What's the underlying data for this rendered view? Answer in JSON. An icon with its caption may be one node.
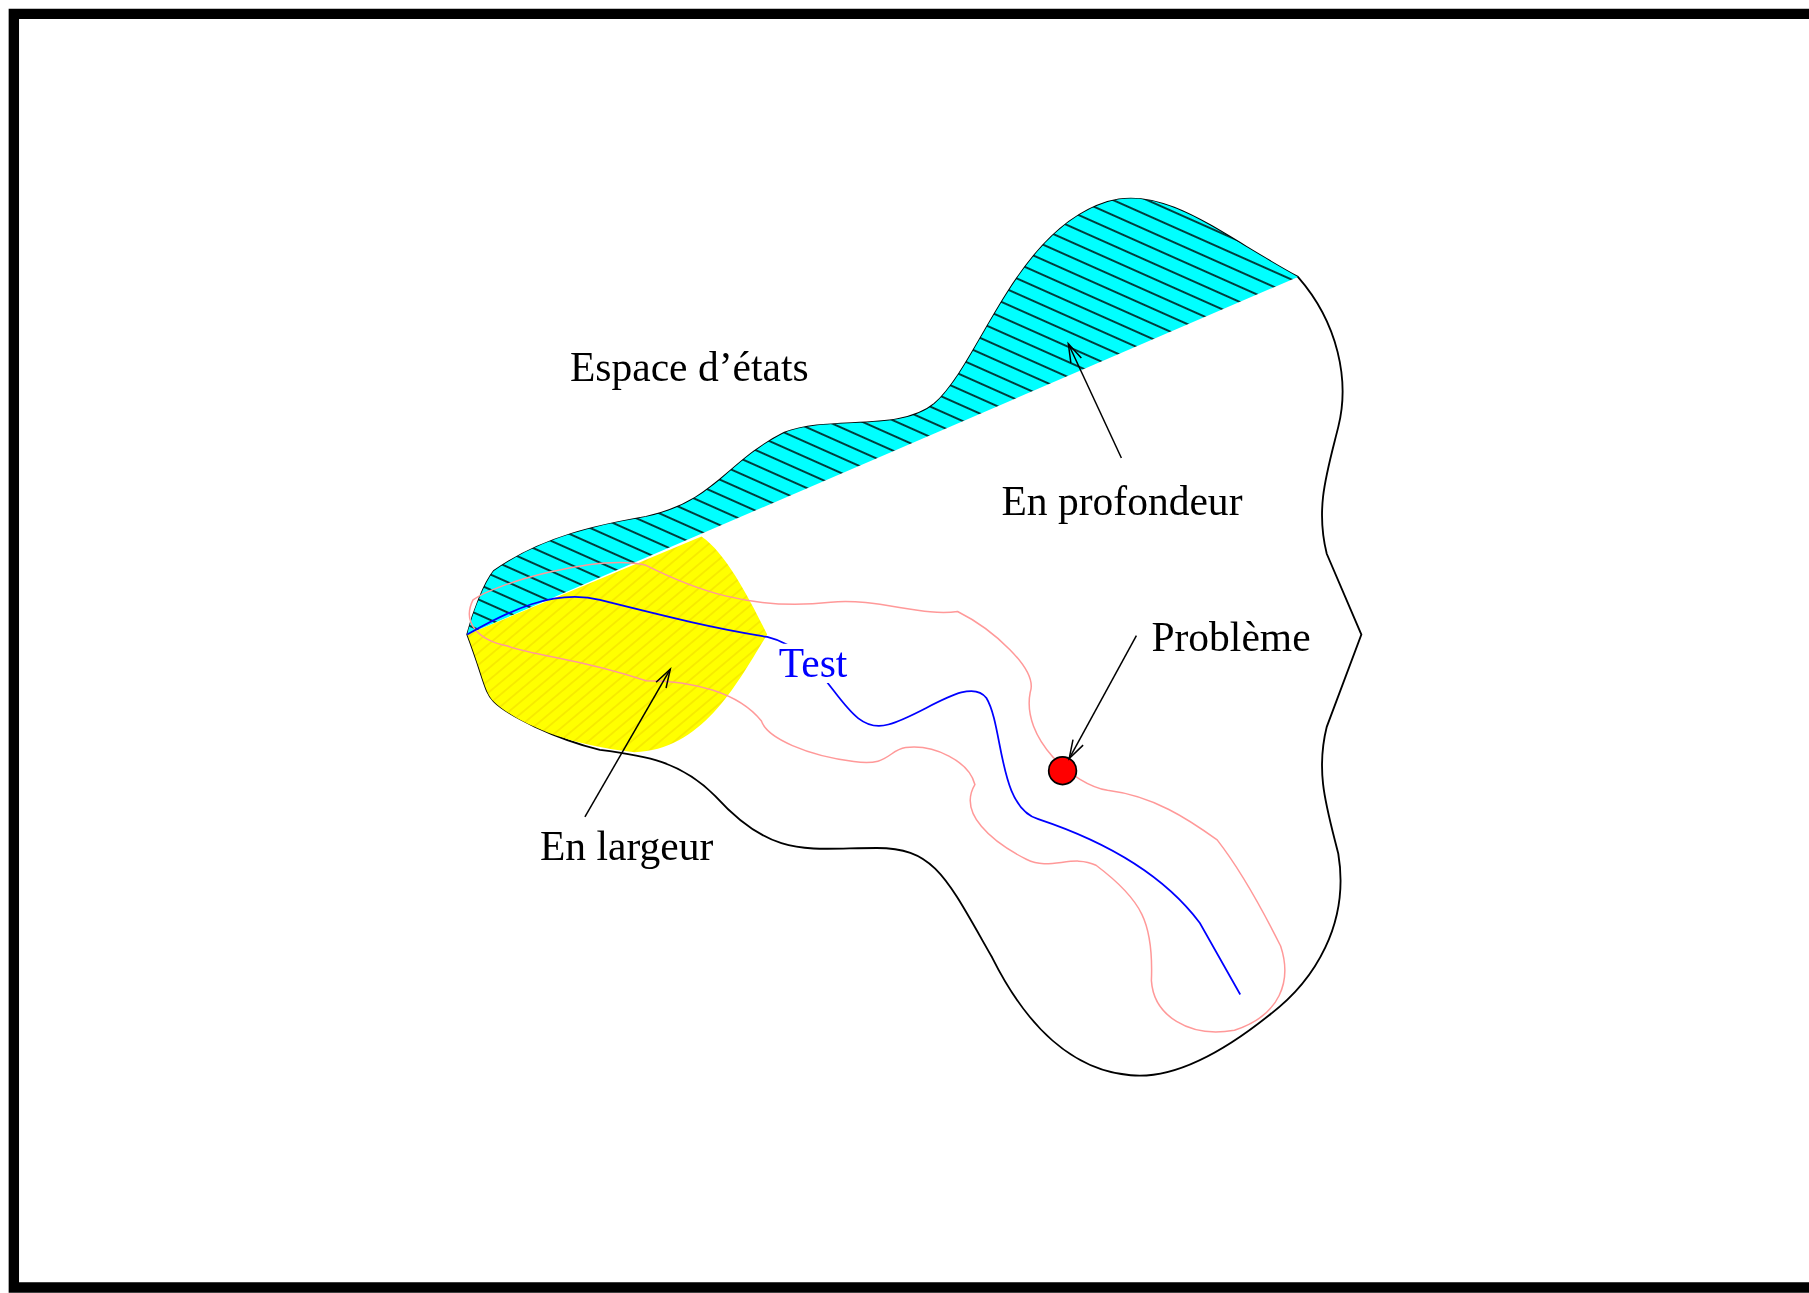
{
  "diagram": {
    "nodes": [
      {
        "text": [
          "Espace d’états"
        ]
      },
      {
        "text": [],
        "shape": "band",
        "in": 0
      },
      {
        "text": [],
        "shape": "band",
        "in": 0
      },
      {
        "text": [],
        "shape": "circle",
        "in": 0
      },
      {
        "text": [
          "En profondeur"
        ],
        "in": 0
      },
      {
        "text": [
          "En largeur"
        ]
      },
      {
        "text": [
          "Problème"
        ],
        "in": 0
      }
    ],
    "edges": [
      {
        "from": 4,
        "to": 1,
        "arrow": "to"
      },
      {
        "from": 5,
        "to": 2,
        "arrow": "to"
      },
      {
        "from": 6,
        "to": 3,
        "arrow": "to"
      }
    ],
    "labels": [
      "Test"
    ]
  }
}
